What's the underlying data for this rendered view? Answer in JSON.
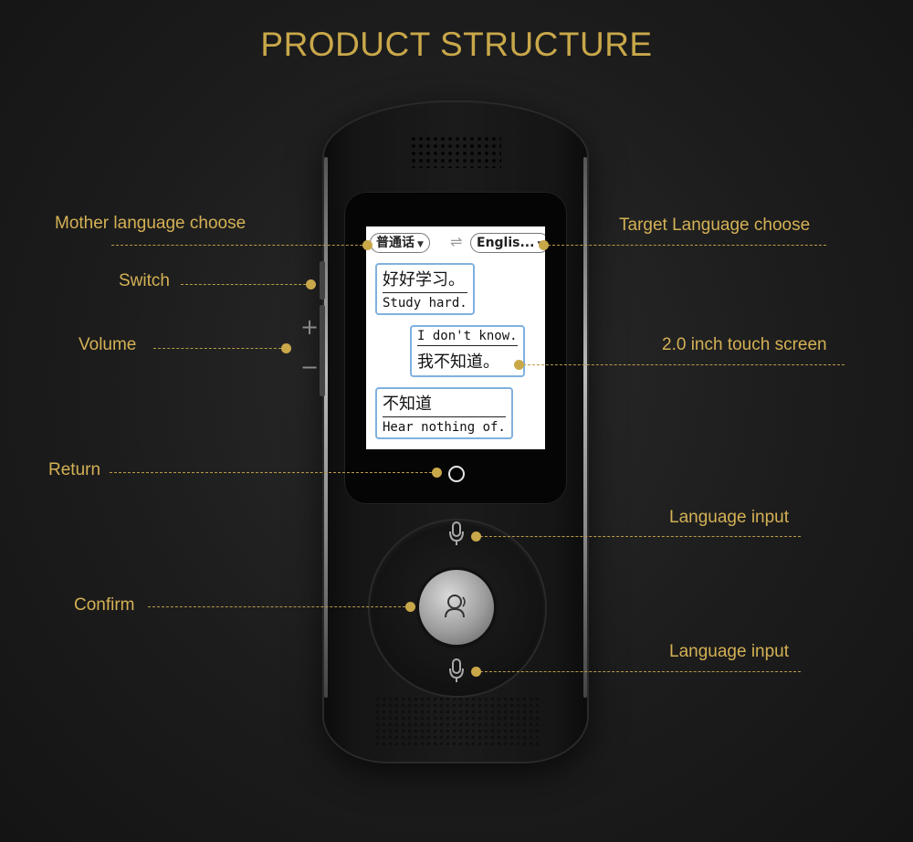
{
  "title": "PRODUCT STRUCTURE",
  "accent_color": "#c9a84a",
  "callouts": {
    "mother_language": "Mother language choose",
    "target_language": "Target Language choose",
    "switch": "Switch",
    "volume": "Volume",
    "touch_screen": "2.0 inch touch screen",
    "return": "Return",
    "language_input_top": "Language input",
    "confirm": "Confirm",
    "language_input_bottom": "Language input"
  },
  "device": {
    "volume_plus": "+",
    "volume_minus": "−",
    "screen": {
      "source_language": "普通话",
      "target_language": "Englis...",
      "swap_symbol": "⇌",
      "messages": [
        {
          "top": "好好学习。",
          "bottom": "Study hard."
        },
        {
          "top": "I don't know.",
          "bottom": "我不知道。"
        },
        {
          "top": "不知道",
          "bottom": "Hear nothing of."
        }
      ]
    },
    "icons": [
      "speaker-grille",
      "home-button-icon",
      "microphone-icon",
      "confirm-speaker-icon",
      "microphone-icon"
    ]
  }
}
